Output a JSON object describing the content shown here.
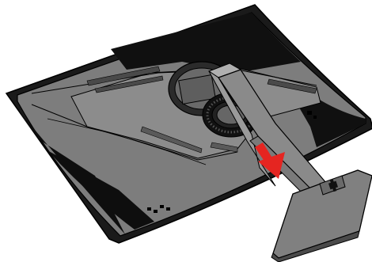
{
  "illustration": {
    "subject": "monitor-stand-removal",
    "colors": {
      "background": "#ffffff",
      "back_cover": "#7d7d7d",
      "back_cover_light": "#9a9a9a",
      "dark_panel": "#0e0e0e",
      "outline": "#000000",
      "stand": "#8a8a8a",
      "arrow": "#e52521"
    },
    "icons": [
      "monitor-back-cover",
      "stand-neck",
      "stand-base",
      "cable-ring",
      "direction-arrow"
    ]
  }
}
